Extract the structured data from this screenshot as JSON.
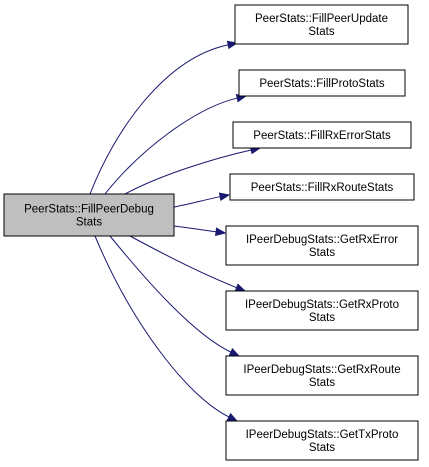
{
  "diagram": {
    "type": "call-graph",
    "colors": {
      "source_fill": "#bfbfbf",
      "target_fill": "#ffffff",
      "border": "#000000",
      "edge": "#191970"
    },
    "source": {
      "id": "src",
      "lines": [
        "PeerStats::FillPeerDebug",
        "Stats"
      ]
    },
    "targets": [
      {
        "id": "t0",
        "lines": [
          "PeerStats::FillPeerUpdate",
          "Stats"
        ]
      },
      {
        "id": "t1",
        "lines": [
          "PeerStats::FillProtoStats"
        ]
      },
      {
        "id": "t2",
        "lines": [
          "PeerStats::FillRxErrorStats"
        ]
      },
      {
        "id": "t3",
        "lines": [
          "PeerStats::FillRxRouteStats"
        ]
      },
      {
        "id": "t4",
        "lines": [
          "IPeerDebugStats::GetRxError",
          "Stats"
        ]
      },
      {
        "id": "t5",
        "lines": [
          "IPeerDebugStats::GetRxProto",
          "Stats"
        ]
      },
      {
        "id": "t6",
        "lines": [
          "IPeerDebugStats::GetRxRoute",
          "Stats"
        ]
      },
      {
        "id": "t7",
        "lines": [
          "IPeerDebugStats::GetTxProto",
          "Stats"
        ]
      }
    ],
    "edges": [
      {
        "from": "src",
        "to": "t0"
      },
      {
        "from": "src",
        "to": "t1"
      },
      {
        "from": "src",
        "to": "t2"
      },
      {
        "from": "src",
        "to": "t3"
      },
      {
        "from": "src",
        "to": "t4"
      },
      {
        "from": "src",
        "to": "t5"
      },
      {
        "from": "src",
        "to": "t6"
      },
      {
        "from": "src",
        "to": "t7"
      }
    ]
  }
}
